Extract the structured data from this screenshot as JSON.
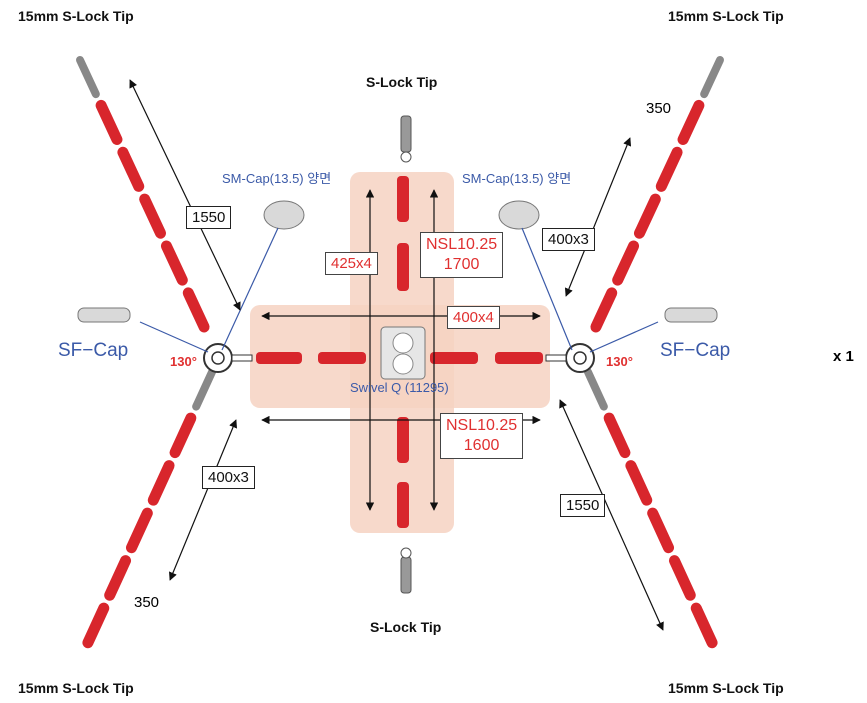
{
  "labels": {
    "tip_top_left": "15mm S-Lock Tip",
    "tip_top_right": "15mm S-Lock Tip",
    "tip_bottom_left": "15mm S-Lock Tip",
    "tip_bottom_right": "15mm S-Lock Tip",
    "slock_top": "S-Lock Tip",
    "slock_bottom": "S-Lock Tip",
    "smcap_left": "SM-Cap(13.5) 양면",
    "smcap_right": "SM-Cap(13.5) 양면",
    "sfcap_left": "SF−Cap",
    "sfcap_right": "SF−Cap",
    "angle_left": "130°",
    "angle_right": "130°",
    "swivel": "Swivel Q (11295)",
    "multiplier": "x 1"
  },
  "dimensions": {
    "d1550_left": "1550",
    "d1550_right": "1550",
    "d400x3_top_right": "400x3",
    "d400x3_bottom_left": "400x3",
    "d350_top_right": "350",
    "d350_bottom_left": "350",
    "d425x4": "425x4",
    "d400x4": "400x4",
    "nsl_top_line1": "NSL10.25",
    "nsl_top_line2": "1700",
    "nsl_bottom_line1": "NSL10.25",
    "nsl_bottom_line2": "1600"
  },
  "colors": {
    "pole": "#d8262c",
    "highlight": "#f6d2c2",
    "label_blue": "#3b5aa8",
    "label_red": "#e03030"
  }
}
